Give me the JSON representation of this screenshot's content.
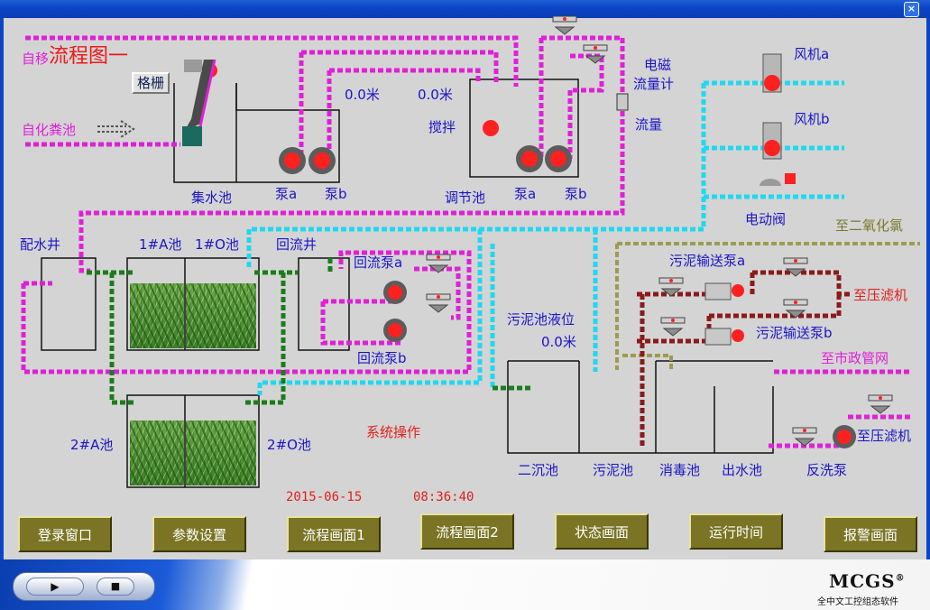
{
  "window": {
    "close_glyph": "×"
  },
  "screen": {
    "title": "流程图一",
    "title_overlap": "自移",
    "date": "2015-06-15",
    "time": "08:36:40",
    "operate": "系统操作"
  },
  "labels": {
    "zihuafenchi": "自化粪池",
    "grid": "格栅",
    "jishuichi": "集水池",
    "pump_a1": "泵a",
    "pump_b1": "泵b",
    "level1": "0.0米",
    "level2": "0.0米",
    "stir": "搅拌",
    "tiaojiechi": "调节池",
    "pump_a2": "泵a",
    "pump_b2": "泵b",
    "em_flowmeter_1": "电磁",
    "em_flowmeter_2": "流量计",
    "flow": "流量",
    "fan_a": "风机a",
    "fan_b": "风机b",
    "electric_valve": "电动阀",
    "to_chlorine": "至二氧化氯",
    "peishuijing": "配水井",
    "pool_1a": "1#A池",
    "pool_1o": "1#O池",
    "huiliujing": "回流井",
    "return_pump_a": "回流泵a",
    "return_pump_b": "回流泵b",
    "sludge_level": "污泥池液位",
    "sludge_level_value": "0.0米",
    "sludge_pump_a": "污泥输送泵a",
    "sludge_pump_b": "污泥输送泵b",
    "to_filter_press": "至压滤机",
    "to_municipal": "至市政管网",
    "pool_2a": "2#A池",
    "pool_2o": "2#O池",
    "to_filter": "至压滤机",
    "erchenchi": "二沉池",
    "wunichi": "污泥池",
    "xiaoduchi": "消毒池",
    "chushuichi": "出水池",
    "backwash_pump": "反洗泵"
  },
  "buttons": [
    "登录窗口",
    "参数设置",
    "流程画面1",
    "流程画面2",
    "状态画面",
    "运行时间",
    "报警画面"
  ],
  "colors": {
    "magenta_pipe": "#e020d8",
    "cyan_pipe": "#20d8f0",
    "green_pipe": "#1a7d1a",
    "olive_pipe": "#9c9c50",
    "brown_pipe": "#8b1a1a",
    "indicator_red": "#ff2020",
    "button": "#7a7424"
  },
  "footer": {
    "play": "▶",
    "stop": "■",
    "brand": "MCGS",
    "reg": "®",
    "slogan": "全中文工控组态软件"
  }
}
